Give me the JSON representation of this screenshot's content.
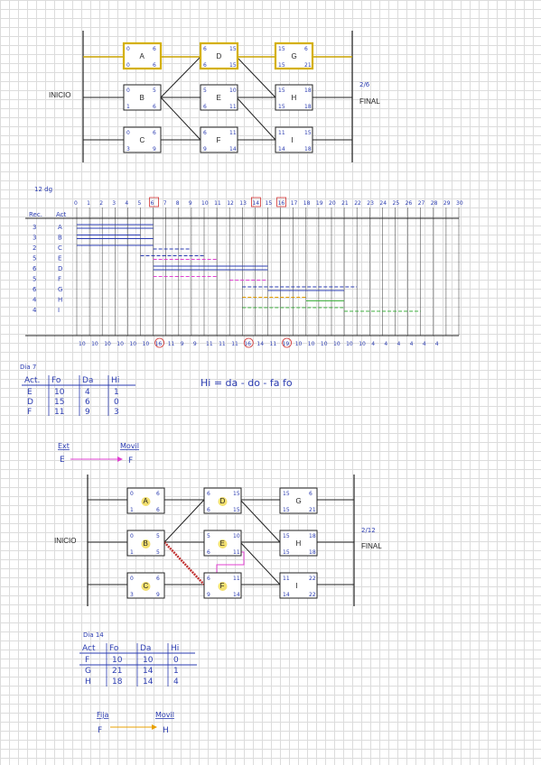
{
  "net1": {
    "inicio": "INICIO",
    "final": "FINAL",
    "mark": "2/6",
    "nodes": [
      {
        "id": "A",
        "tl": "0",
        "tr": "6",
        "bl": "0",
        "br": "6"
      },
      {
        "id": "B",
        "tl": "0",
        "tr": "5",
        "bl": "1",
        "br": "6"
      },
      {
        "id": "C",
        "tl": "0",
        "tr": "6",
        "bl": "3",
        "br": "9"
      },
      {
        "id": "D",
        "tl": "6",
        "tr": "15",
        "bl": "6",
        "br": "15"
      },
      {
        "id": "E",
        "tl": "5",
        "tr": "10",
        "bl": "6",
        "br": "11"
      },
      {
        "id": "F",
        "tl": "6",
        "tr": "11",
        "bl": "9",
        "br": "14"
      },
      {
        "id": "G",
        "tl": "15",
        "tr": "6",
        "bl": "15",
        "br": "21"
      },
      {
        "id": "H",
        "tl": "15",
        "tr": "18",
        "bl": "15",
        "br": "18"
      },
      {
        "id": "I",
        "tl": "11",
        "tr": "15",
        "bl": "14",
        "br": "18"
      }
    ]
  },
  "gantt": {
    "label": "Rec.",
    "actlabel": "Act",
    "topnote": "12 dg",
    "days": [
      "0",
      "1",
      "2",
      "3",
      "4",
      "5",
      "6",
      "7",
      "8",
      "9",
      "10",
      "11",
      "12",
      "13",
      "14",
      "15",
      "16",
      "17",
      "18",
      "19",
      "20",
      "21",
      "22",
      "23",
      "24",
      "25",
      "26",
      "27",
      "28",
      "29",
      "30"
    ],
    "rows": [
      {
        "r": "3",
        "a": "A"
      },
      {
        "r": "3",
        "a": "B"
      },
      {
        "r": "2",
        "a": "C"
      },
      {
        "r": "5",
        "a": "E"
      },
      {
        "r": "6",
        "a": "D"
      },
      {
        "r": "5",
        "a": "F"
      },
      {
        "r": "6",
        "a": "G"
      },
      {
        "r": "4",
        "a": "H"
      },
      {
        "r": "4",
        "a": "I"
      }
    ],
    "totals": [
      "10",
      "10",
      "10",
      "10",
      "10",
      "10",
      "16",
      "11",
      "9",
      "9",
      "11",
      "11",
      "11",
      "16",
      "14",
      "11",
      "19",
      "10",
      "10",
      "10",
      "10",
      "10",
      "10",
      "4",
      "4",
      "4",
      "4",
      "4",
      "4"
    ]
  },
  "dia7": {
    "title": "Dia 7",
    "headers": [
      "Act.",
      "Fo",
      "Da",
      "Hi"
    ],
    "rows": [
      [
        "E",
        "10",
        "4",
        "1"
      ],
      [
        "D",
        "15",
        "6",
        "0"
      ],
      [
        "F",
        "11",
        "9",
        "3"
      ]
    ],
    "formula": "Hi = da - do - fa fo",
    "move": {
      "lbl1": "Ext",
      "lbl2": "Movil",
      "v1": "E",
      "v2": "F"
    }
  },
  "net2": {
    "inicio": "INICIO",
    "final": "FINAL",
    "mark": "2/12",
    "nodes": [
      {
        "id": "A",
        "tl": "0",
        "tr": "6",
        "bl": "1",
        "br": "6"
      },
      {
        "id": "B",
        "tl": "0",
        "tr": "5",
        "bl": "1",
        "br": "5"
      },
      {
        "id": "C",
        "tl": "0",
        "tr": "6",
        "bl": "3",
        "br": "9"
      },
      {
        "id": "D",
        "tl": "6",
        "tr": "15",
        "bl": "6",
        "br": "15"
      },
      {
        "id": "E",
        "tl": "5",
        "tr": "10",
        "bl": "6",
        "br": "11"
      },
      {
        "id": "F",
        "tl": "6",
        "tr": "11",
        "bl": "9",
        "br": "14"
      },
      {
        "id": "G",
        "tl": "15",
        "tr": "6",
        "bl": "15",
        "br": "21"
      },
      {
        "id": "H",
        "tl": "15",
        "tr": "18",
        "bl": "15",
        "br": "18"
      },
      {
        "id": "I",
        "tl": "11",
        "tr": "22",
        "bl": "14",
        "br": "22"
      }
    ]
  },
  "dia14": {
    "title": "Dia 14",
    "headers": [
      "Act",
      "Fo",
      "Da",
      "Hi"
    ],
    "rows": [
      [
        "F",
        "10",
        "10",
        "0"
      ],
      [
        "G",
        "21",
        "14",
        "1"
      ],
      [
        "H",
        "18",
        "14",
        "4"
      ]
    ],
    "move": {
      "lbl1": "Fija",
      "lbl2": "Movil",
      "v1": "F",
      "v2": "H"
    }
  }
}
